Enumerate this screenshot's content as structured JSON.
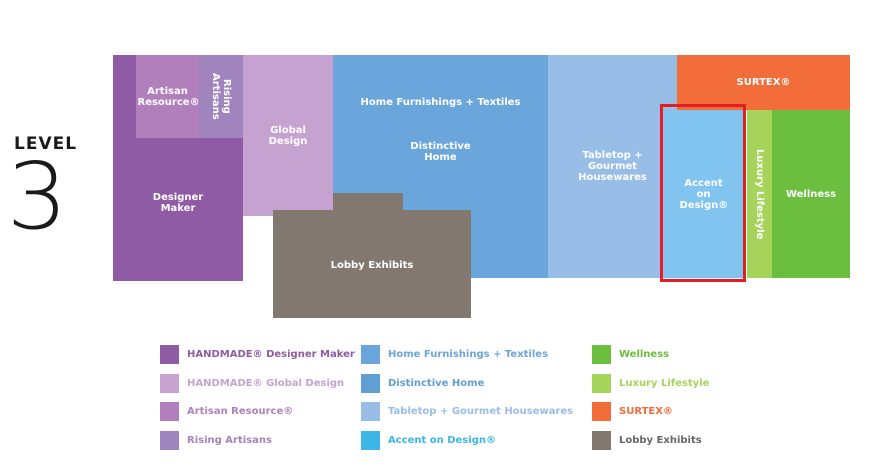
{
  "level": {
    "word": "LEVEL",
    "number": "3"
  },
  "zones": {
    "designer_maker": "Designer Maker",
    "artisan_resource": "Artisan Resource®",
    "rising_artisans": "Rising Artisans",
    "global_design": "Global Design",
    "home_furnishings": "Home Furnishings + Textiles",
    "distinctive_home": "Distinctive Home",
    "lobby_exhibits": "Lobby Exhibits",
    "tabletop": "Tabletop + Gourmet Housewares",
    "surtex": "SURTEX®",
    "accent_on_design": "Accent on Design®",
    "luxury_lifestyle": "Luxury Lifestyle",
    "wellness": "Wellness"
  },
  "legend": [
    {
      "label": "HANDMADE® Designer Maker",
      "color": "#8f5ba4"
    },
    {
      "label": "HANDMADE® Global Design",
      "color": "#c6a2d0"
    },
    {
      "label": "Artisan Resource®",
      "color": "#b17fbb"
    },
    {
      "label": "Rising Artisans",
      "color": "#a084bd"
    },
    {
      "label": "Home Furnishings + Textiles",
      "color": "#6aa6dc"
    },
    {
      "label": "Distinctive Home",
      "color": "#5f9fd6"
    },
    {
      "label": "Tabletop + Gourmet Housewares",
      "color": "#98bde6"
    },
    {
      "label": "Accent on Design®",
      "color": "#3cb6e6"
    },
    {
      "label": "Wellness",
      "color": "#6cbf3e"
    },
    {
      "label": "Luxury Lifestyle",
      "color": "#a6d45a"
    },
    {
      "label": "SURTEX®",
      "color": "#f26d3a"
    },
    {
      "label": "Lobby Exhibits",
      "color": "#827870"
    }
  ],
  "colors": {
    "designer_maker": "#8f5ba4",
    "artisan_resource": "#b17fbb",
    "rising_artisans": "#a084bd",
    "global_design": "#c6a2d0",
    "home_furnishings": "#6aa6dc",
    "lobby_exhibits": "#827870",
    "tabletop": "#98bde6",
    "surtex": "#f26d3a",
    "accent_on_design": "#80c4ef",
    "luxury_lifestyle": "#a6d45a",
    "wellness": "#6cbf3e",
    "highlight": "#e31e24"
  }
}
